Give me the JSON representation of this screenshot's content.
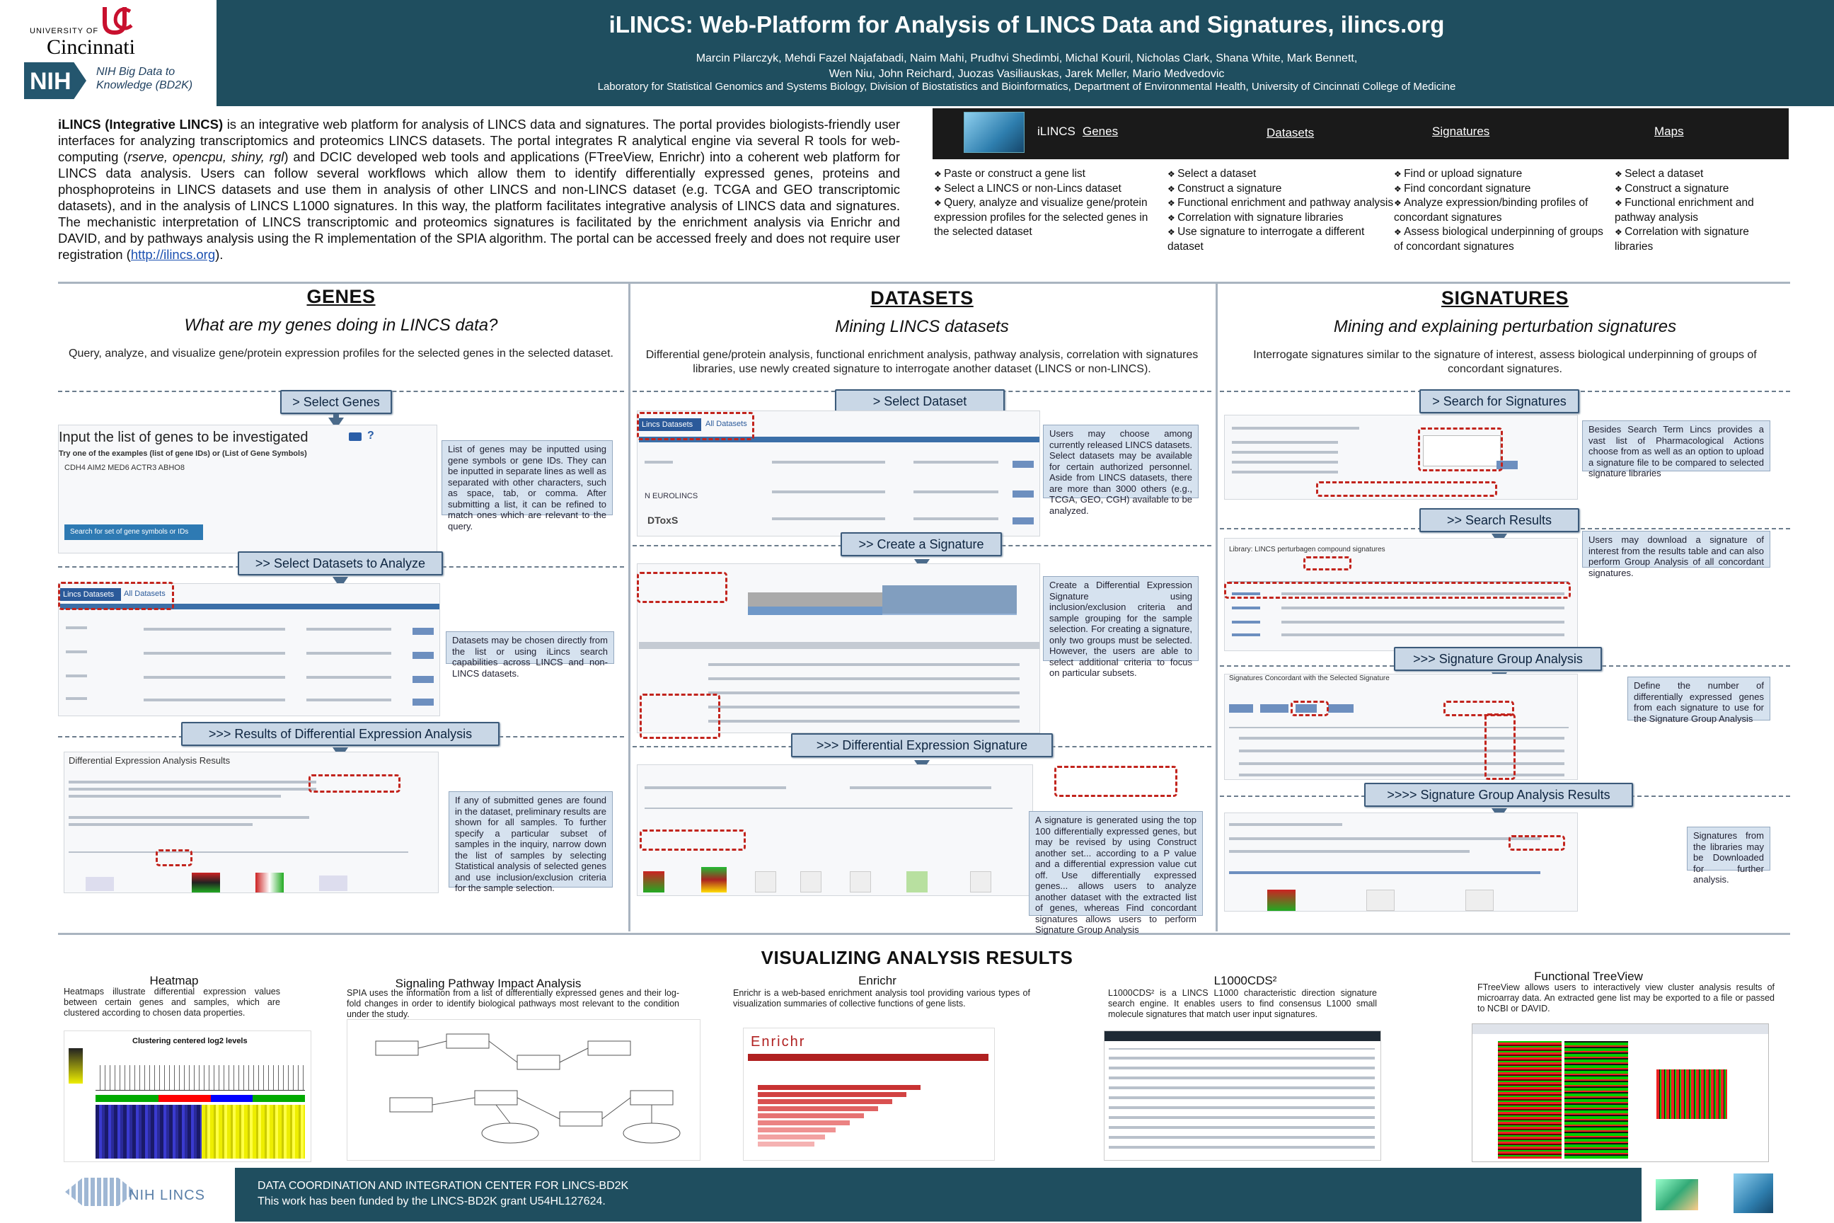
{
  "header": {
    "uc_small": "UNIVERSITY OF",
    "uc_big": "Cincinnati",
    "nih": "NIH",
    "bd2k": "NIH Big Data to Knowledge (BD2K)",
    "title": "iLINCS: Web-Platform for Analysis of LINCS Data and Signatures, ilincs.org",
    "authors_line1": "Marcin Pilarczyk, Mehdi Fazel Najafabadi, Naim Mahi, Prudhvi Shedimbi, Michal Kouril, Nicholas Clark, Shana White, Mark Bennett,",
    "authors_line2": "Wen Niu, John Reichard, Juozas Vasiliauskas, Jarek Meller, Mario Medvedovic",
    "affiliation": "Laboratory for Statistical Genomics and Systems Biology, Division of Biostatistics and Bioinformatics, Department of Environmental Health, University of Cincinnati College of Medicine"
  },
  "intro": {
    "lead": "iLINCS (Integrative LINCS)",
    "p1": " is an integrative web platform for analysis of LINCS data and signatures. The portal provides biologists-friendly user interfaces for analyzing transcriptomics and proteomics LINCS datasets. The portal integrates R analytical engine via several R tools for web-computing (",
    "tools": "rserve, opencpu, shiny, rgl",
    "p2": ") and DCIC developed web tools and applications (FTreeView, Enrichr) into a coherent web platform for LINCS data analysis. Users can follow several workflows which allow them to identify differentially expressed genes, proteins and phosphoproteins in LINCS datasets and use them in analysis of other LINCS and non-LINCS dataset (e.g. TCGA and GEO transcriptomic datasets), and in the analysis of LINCS L1000 signatures. In this way, the platform facilitates integrative analysis of LINCS data and signatures. The mechanistic interpretation of LINCS transcriptomic and proteomics signatures is facilitated by the enrichment analysis via Enrichr and DAVID, and by pathways analysis using the R implementation of the SPIA algorithm. The portal can be accessed freely and does not require user registration (",
    "link": "http://ilincs.org",
    "p3": ")."
  },
  "nav": {
    "brand": "iLINCS",
    "genes": "Genes",
    "datasets": "Datasets",
    "signatures": "Signatures",
    "maps": "Maps",
    "genes_items": [
      "Paste or construct a gene list",
      "Select a LINCS or non-Lincs dataset",
      "Query, analyze and visualize gene/protein expression profiles for the selected genes in the selected dataset"
    ],
    "datasets_items": [
      "Select a dataset",
      "Construct a signature",
      "Functional enrichment and pathway analysis",
      "Correlation with signature libraries",
      "Use signature to interrogate  a different dataset"
    ],
    "signatures_items": [
      "Find or upload signature",
      "Find concordant signature",
      "Analyze expression/binding profiles of concordant signatures",
      "Assess biological underpinning of groups of concordant signatures"
    ],
    "maps_items": [
      "Select a dataset",
      "Construct a signature",
      "Functional enrichment and pathway analysis",
      "Correlation with signature libraries"
    ]
  },
  "genes": {
    "title": "GENES",
    "subtitle": "What are my genes doing in LINCS data?",
    "desc": "Query, analyze, and visualize gene/protein expression profiles for the selected genes in the selected dataset.",
    "btn1": "> Select Genes",
    "btn2": ">> Select Datasets to Analyze",
    "btn3": ">>> Results of Differential Expression Analysis",
    "input_label": "Input the list of genes to be investigated",
    "example": "Try one of the examples (list of gene IDs) or (List of Gene Symbols)",
    "genes_example": "CDH4 AIM2 MED6 ACTR3 ABHO8",
    "search_btn": "Search for set of gene symbols or IDs",
    "tab1": "Lincs Datasets",
    "tab2": "All Datasets",
    "results_title": "Differential Expression Analysis Results",
    "note1": "List of genes may be inputted using gene symbols or gene IDs. They can be inputted in separate lines as well as separated with other characters, such as space, tab, or comma. After submitting a list, it can be refined to match ones which are relevant to the query.",
    "note2": "Datasets may be chosen directly from the list or using iLincs search capabilities across LINCS and non-LINCS datasets.",
    "note3": "If any of submitted genes are found in the dataset, preliminary results are shown for all samples. To further specify a particular subset of samples in the inquiry, narrow down the list of samples by selecting Statistical analysis of selected genes and use inclusion/exclusion criteria for the sample selection."
  },
  "datasets": {
    "title": "DATASETS",
    "subtitle": "Mining LINCS datasets",
    "desc": "Differential gene/protein analysis, functional enrichment analysis, pathway analysis, correlation with signatures libraries, use newly created signature to interrogate  another dataset (LINCS or non-LINCS).",
    "btn1": "> Select Dataset",
    "btn2": ">> Create a Signature",
    "btn3": ">>> Differential Expression Signature",
    "tab1": "Lincs Datasets",
    "tab2": "All Datasets",
    "nl": "N EUROLINCS",
    "dtoxs": "DToxS",
    "note1": "Users may choose among currently released LINCS datasets. Select datasets may be available for certain authorized personnel. Aside from LINCS datasets, there are more than 3000 others (e.g., TCGA, GEO, CGH) available to be analyzed.",
    "note2": "Create a Differential Expression Signature using inclusion/exclusion criteria and sample grouping for the sample selection. For creating a signature, only two groups must be selected. However, the users are able to select additional criteria to focus on particular subsets.",
    "note3": "A signature is generated using the top 100 differentially expressed genes, but may be revised by using Construct another set... according to a P value and a differential expression value cut off. Use differentially expressed genes... allows users to analyze another dataset with the extracted list of genes, whereas Find concordant signatures allows users to perform Signature Group Analysis"
  },
  "signatures": {
    "title": "SIGNATURES",
    "subtitle": "Mining and explaining perturbation signatures",
    "desc": "Interrogate signatures similar to the signature of interest, assess biological underpinning of groups of concordant signatures.",
    "btn1": "> Search for Signatures",
    "btn2": ">> Search Results",
    "btn3": ">>> Signature Group Analysis",
    "btn4": ">>>> Signature Group Analysis Results",
    "lib_label": "Library: LINCS perturbagen compound signatures",
    "conc_label": "Signatures Concordant with the Selected Signature",
    "note1": "Besides Search Term Lincs provides a vast list of Pharmacological Actions choose from as well as an option to upload a signature file to be compared to selected signature libraries",
    "note2": "Users may download a signature of interest from the results table and can also perform Group Analysis of all concordant signatures.",
    "note3": "Define the number of differentially expressed genes from each signature to use for the Signature Group Analysis",
    "note4": "Signatures from the libraries may be Downloaded for further analysis."
  },
  "visualizing": {
    "title": "VISUALIZING ANALYSIS RESULTS",
    "heatmap_title": "Heatmap",
    "heatmap_text": "Heatmaps illustrate differential expression values between certain genes and samples, which are clustered according to chosen data properties.",
    "heatmap_caption": "Clustering centered log2 levels",
    "spia_title": "Signaling Pathway Impact Analysis",
    "spia_text": "SPIA uses the information from a list of differentially expressed genes and their log-fold changes in order to identify biological pathways most relevant to the condition under the study.",
    "enrichr_title": "Enrichr",
    "enrichr_text": "Enrichr is a web-based enrichment analysis tool providing various types of visualization summaries of collective functions of gene lists.",
    "enrichr_logo": "Enrichr",
    "l1000_title": "L1000CDS²",
    "l1000_text": "L1000CDS² is a LINCS L1000 characteristic direction signature search engine. It enables users to find consensus L1000 small molecule signatures that match user input signatures.",
    "ftv_title": "Functional TreeView",
    "ftv_text": "FTreeView allows users to interactively view cluster analysis results of microarray data. An extracted gene list may be exported to a file or passed to NCBI or DAVID."
  },
  "footer": {
    "logo": "NIH LINCS",
    "line1": "DATA COORDINATION AND INTEGRATION CENTER FOR LINCS-BD2K",
    "line2": "This work has been funded by the LINCS-BD2K grant U54HL127624."
  },
  "colors": {
    "header": "#1f4e5f",
    "button": "#c9d7e6",
    "note": "#d6e2ef",
    "highlight": "#c2241d"
  }
}
